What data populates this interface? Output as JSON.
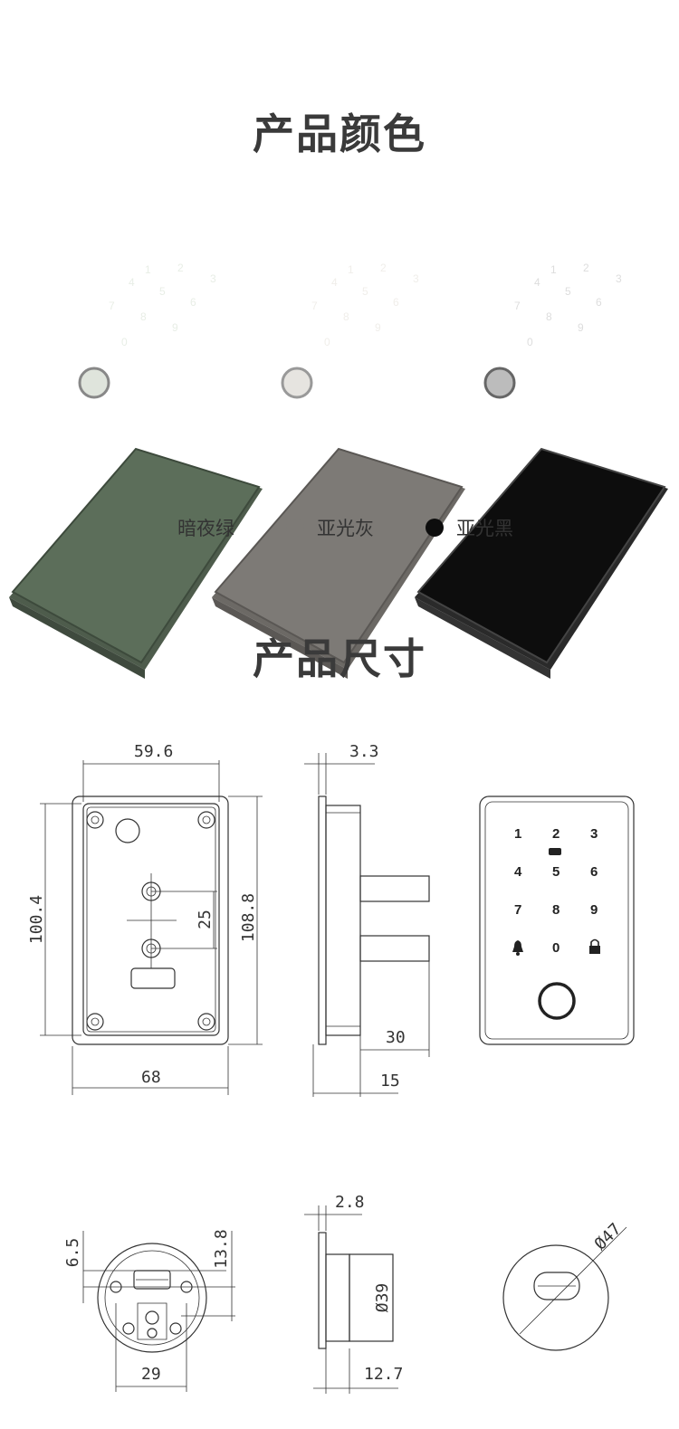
{
  "sections": {
    "colors_title": "产品颜色",
    "size_title": "产品尺寸"
  },
  "products": [
    {
      "name": "暗夜绿",
      "color": "#5c6e5a"
    },
    {
      "name": "亚光灰",
      "color": "#7d7a76"
    },
    {
      "name": "亚光黑",
      "color": "#0d0d0d"
    }
  ],
  "keypad": {
    "keys": [
      "1",
      "2",
      "3",
      "4",
      "5",
      "6",
      "7",
      "8",
      "9",
      "0"
    ]
  },
  "dimensions": {
    "plate_width_inner": "59.6",
    "plate_height_inner": "100.4",
    "plate_height_outer": "108.8",
    "hole_spacing": "25",
    "plate_width_outer": "68",
    "side_thickness": "3.3",
    "post_length": "30",
    "post_offset": "15",
    "round_offset_a": "6.5",
    "round_offset_b": "13.8",
    "round_width": "29",
    "round_thickness": "2.8",
    "round_diameter_side": "Ø39",
    "round_depth": "12.7",
    "round_diameter": "Ø47"
  }
}
